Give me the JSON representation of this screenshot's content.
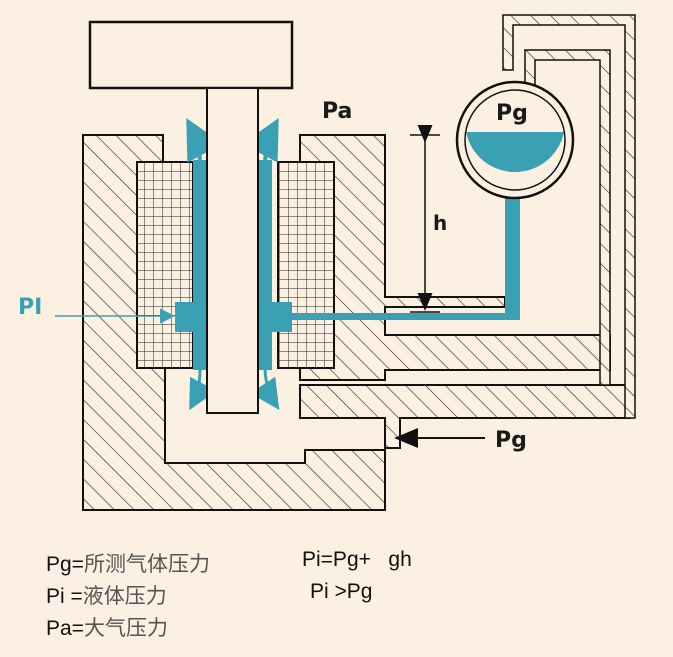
{
  "diagram": {
    "labels": {
      "pa": "Pa",
      "pg_top": "Pg",
      "pg_inlet": "Pg",
      "pi": "PI",
      "h": "h"
    },
    "colors": {
      "fluid": "#3aa0b4",
      "line": "#1a1a2a",
      "background": "#fbf0e2"
    }
  },
  "legend": {
    "pg": {
      "sym": "Pg=",
      "desc": "所测气体压力"
    },
    "pi": {
      "sym": "Pi =",
      "desc": "液体压力"
    },
    "pa": {
      "sym": "Pa=",
      "desc": "大气压力"
    },
    "formula1": "Pi=Pg+   gh",
    "formula2": "Pi >Pg"
  }
}
